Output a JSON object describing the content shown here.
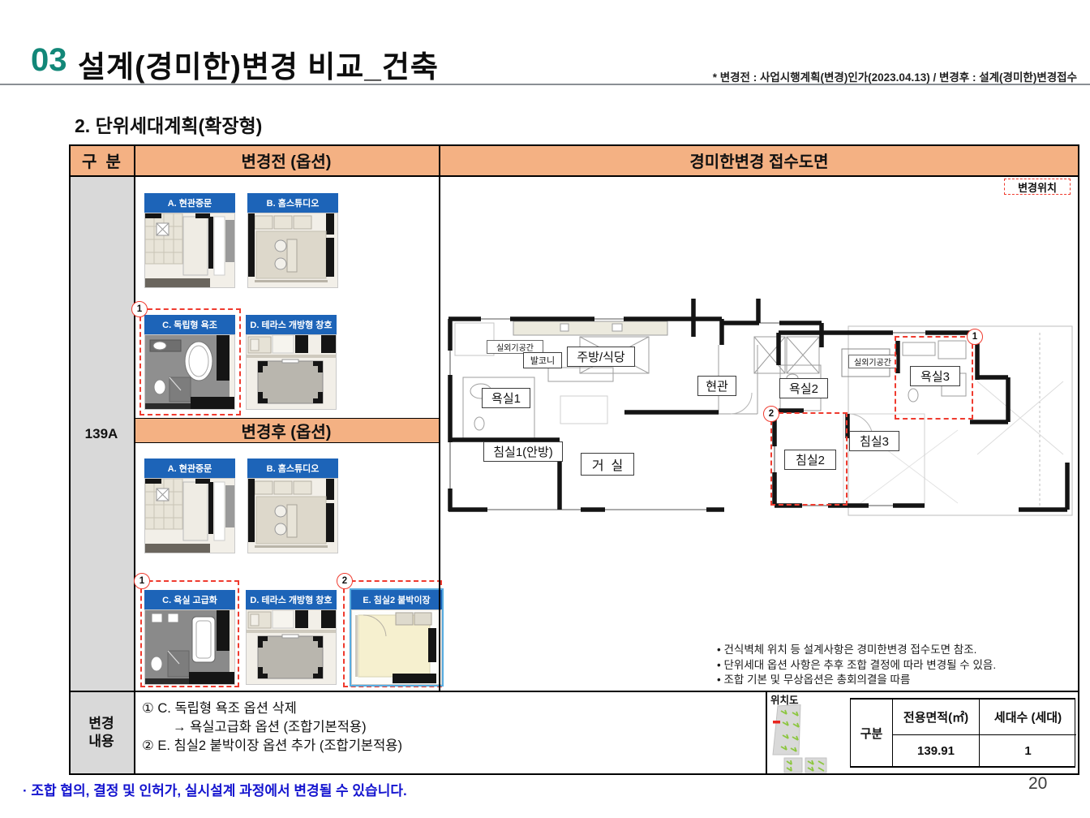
{
  "header": {
    "number": "03",
    "title": "설계(경미한)변경 비교_건축",
    "note": "* 변경전 : 사업시행계획(변경)인가(2023.04.13) / 변경후 : 설계(경미한)변경접수",
    "subtitle": "2. 단위세대계획(확장형)"
  },
  "table": {
    "col_category": "구  분",
    "col_before": "변경전 (옵션)",
    "col_drawing": "경미한변경 접수도면",
    "unit_type": "139A",
    "after_header": "변경후 (옵션)",
    "change_label_line1": "변경",
    "change_label_line2": "내용"
  },
  "options_before": [
    {
      "label": "A. 현관중문"
    },
    {
      "label": "B. 홈스튜디오"
    },
    {
      "label": "C. 독립형 욕조",
      "marker": "1"
    },
    {
      "label": "D. 테라스 개방형 창호"
    }
  ],
  "options_after": [
    {
      "label": "A. 현관중문"
    },
    {
      "label": "B. 홈스튜디오"
    },
    {
      "label": "C. 욕실 고급화",
      "marker": "1"
    },
    {
      "label": "D. 테라스 개방형 창호"
    },
    {
      "label": "E. 침실2 붙박이장",
      "marker": "2"
    }
  ],
  "drawing": {
    "location_tag": "변경위치",
    "rooms": [
      "실외기공간",
      "발코니",
      "주방/식당",
      "현관",
      "욕실1",
      "침실1(안방)",
      "거  실",
      "욕실2",
      "실외기공간",
      "욕실3",
      "침실2",
      "침실3"
    ],
    "markers": [
      "1",
      "2"
    ],
    "notes": [
      "•  건식벽체 위치 등 설계사항은 경미한변경 접수도면 참조.",
      "•  단위세대 옵션 사항은 추후 조합 결정에 따라 변경될 수 있음.",
      "•  조합 기본 및 무상옵션은 총회의결을 따름"
    ]
  },
  "change_content": {
    "line1": "① C. 독립형 욕조 옵션 삭제",
    "line2": "→ 욕실고급화 옵션 (조합기본적용)",
    "line3": "② E. 침실2 붙박이장 옵션 추가 (조합기본적용)"
  },
  "summary": {
    "map_label": "위치도",
    "col_category": "구분",
    "col_area": "전용면적(㎡)",
    "col_households": "세대수 (세대)",
    "area_value": "139.91",
    "households_value": "1"
  },
  "footer": {
    "note": "· 조합 협의, 결정 및 인허가, 실시설계 과정에서 변경될 수 있습니다.",
    "page_number": "20"
  },
  "colors": {
    "accent_teal": "#128778",
    "header_orange": "#F4B183",
    "cell_gray": "#D9D9D9",
    "option_blue": "#1D64B8",
    "highlight_red": "#EF3B2F",
    "footer_blue": "#1414CF"
  }
}
